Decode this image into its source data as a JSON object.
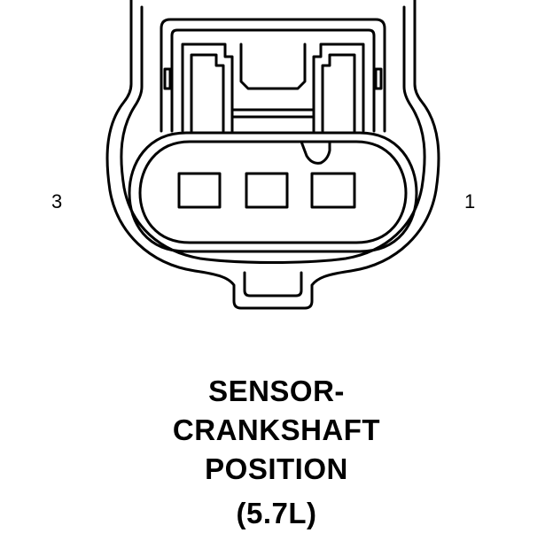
{
  "diagram": {
    "pin_labels": {
      "left": "3",
      "right": "1"
    },
    "title_lines": [
      "SENSOR-",
      "CRANKSHAFT",
      "POSITION"
    ],
    "variant": "(5.7L)",
    "colors": {
      "line": "#000000",
      "background": "#ffffff"
    }
  }
}
